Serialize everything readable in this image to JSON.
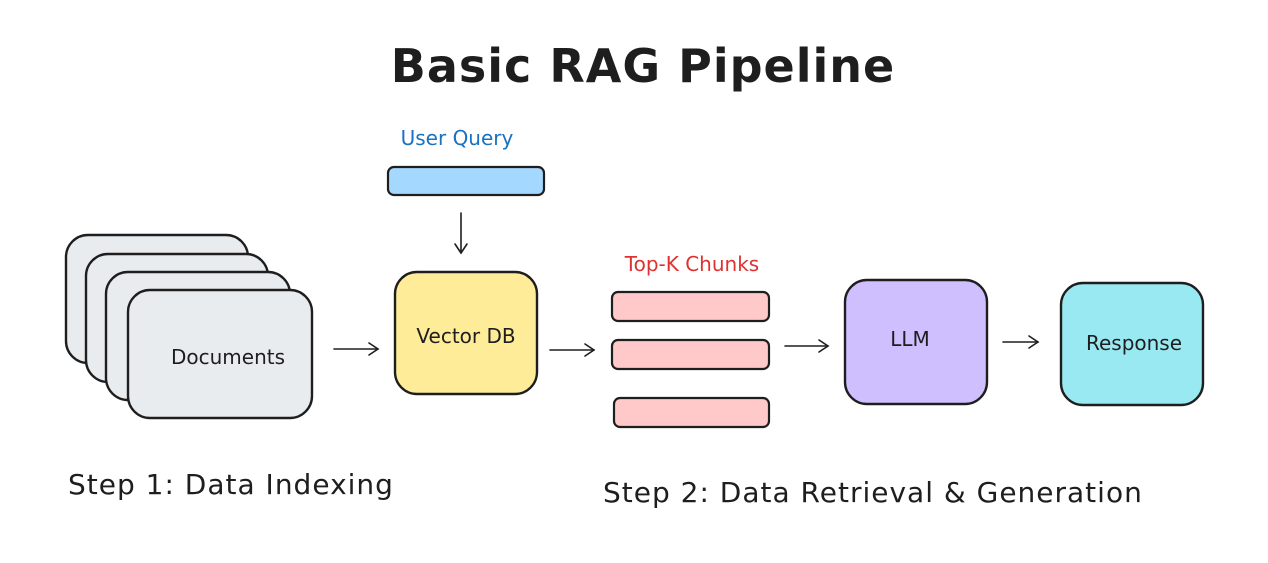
{
  "title": "Basic RAG Pipeline",
  "labels": {
    "user_query": "User Query",
    "top_k": "Top-K Chunks"
  },
  "nodes": {
    "documents": "Documents",
    "vector_db": "Vector DB",
    "llm": "LLM",
    "response": "Response"
  },
  "steps": {
    "step1": "Step 1: Data Indexing",
    "step2": "Step 2: Data Retrieval & Generation"
  },
  "colors": {
    "stroke": "#1e1e1e",
    "documents_fill": "#e9ecef",
    "query_fill": "#a5d8ff",
    "query_label": "#1971c2",
    "vector_db_fill": "#ffec99",
    "chunk_fill": "#ffc9c9",
    "topk_label": "#e03131",
    "llm_fill": "#d0bfff",
    "response_fill": "#99e9f2"
  }
}
